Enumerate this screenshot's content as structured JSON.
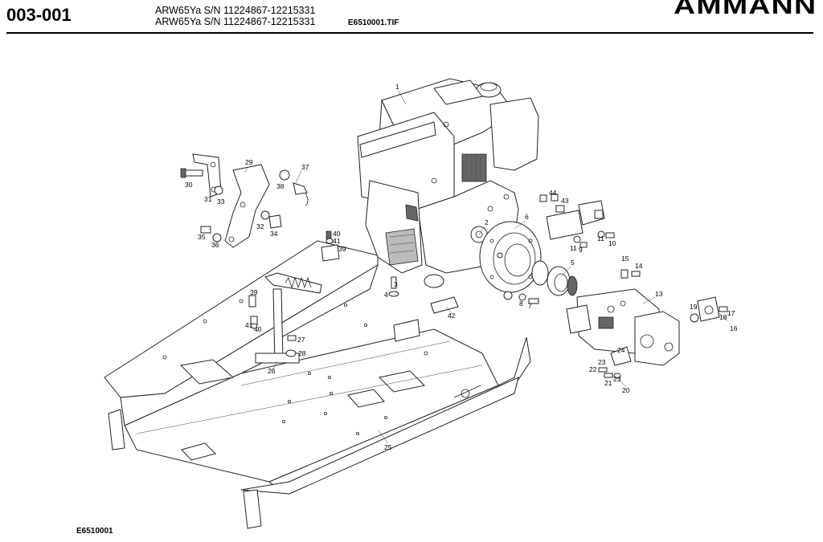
{
  "header": {
    "page_number": "003-001",
    "serial_line_1": "ARW65Ya S/N 11224867-12215331",
    "serial_line_2": "ARW65Ya S/N 11224867-12215331",
    "image_file": "E6510001.TIF",
    "brand": "AMMANN"
  },
  "footer": {
    "drawing_id": "E6510001"
  },
  "part_labels": [
    "1",
    "2",
    "3",
    "4",
    "5",
    "6",
    "7",
    "8",
    "9",
    "10",
    "11",
    "11",
    "13",
    "14",
    "15",
    "16",
    "17",
    "18",
    "19",
    "20",
    "21",
    "22",
    "23",
    "23",
    "24",
    "25",
    "26",
    "27",
    "28",
    "29",
    "30",
    "31",
    "32",
    "33",
    "34",
    "35",
    "36",
    "37",
    "38",
    "39",
    "39",
    "40",
    "40",
    "41",
    "41",
    "42",
    "43",
    "44"
  ]
}
